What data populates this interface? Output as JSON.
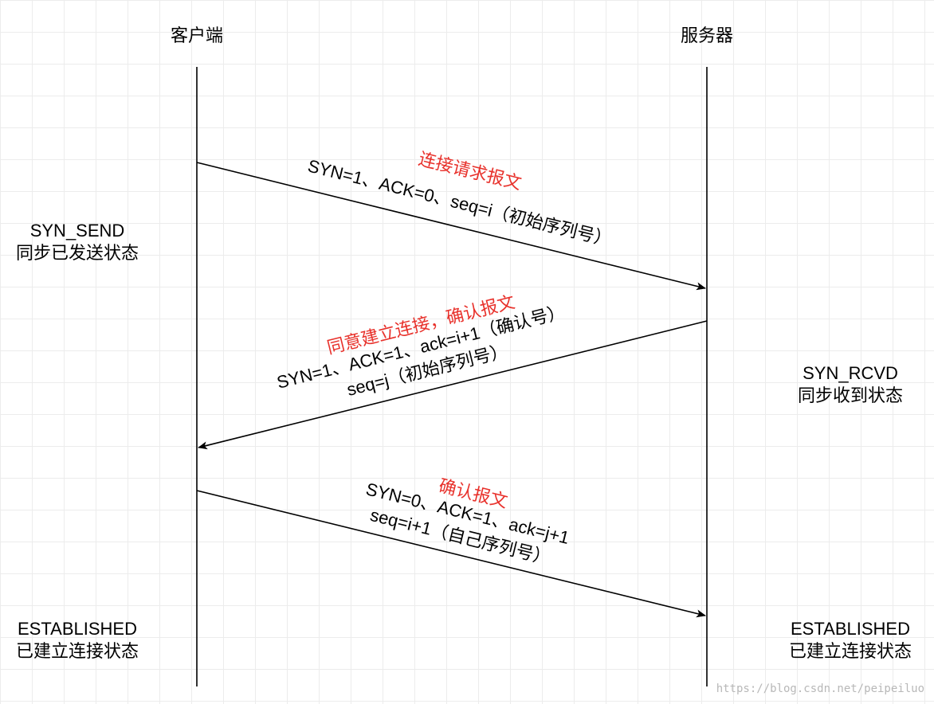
{
  "participants": {
    "client": "客户端",
    "server": "服务器"
  },
  "messages": [
    {
      "title": "连接请求报文",
      "lines": [
        "SYN=1、ACK=0、seq=i（初始序列号）"
      ]
    },
    {
      "title": "同意建立连接，确认报文",
      "lines": [
        "SYN=1、ACK=1、ack=i+1（确认号）",
        "seq=j（初始序列号）"
      ]
    },
    {
      "title": "确认报文",
      "lines": [
        "SYN=0、ACK=1、ack=j+1",
        "seq=i+1（自己序列号）"
      ]
    }
  ],
  "states": {
    "client_send": {
      "name": "SYN_SEND",
      "desc": "同步已发送状态"
    },
    "server_rcvd": {
      "name": "SYN_RCVD",
      "desc": "同步收到状态"
    },
    "client_est": {
      "name": "ESTABLISHED",
      "desc": "已建立连接状态"
    },
    "server_est": {
      "name": "ESTABLISHED",
      "desc": "已建立连接状态"
    }
  },
  "watermark": "https://blog.csdn.net/peipeiluo",
  "colors": {
    "title_red": "#e8312b",
    "line": "#000000"
  }
}
